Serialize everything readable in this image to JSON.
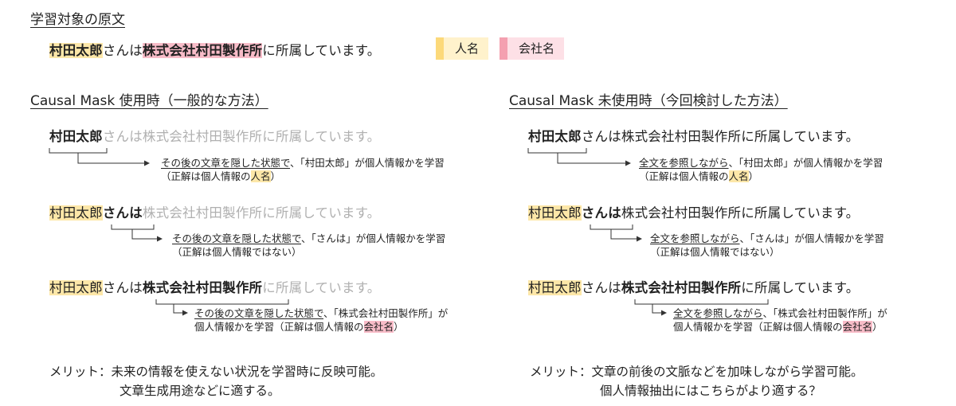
{
  "source": {
    "heading": "学習対象の原文",
    "sentence": {
      "person": "村田太郎",
      "mid": "さんは",
      "company": "株式会社村田製作所",
      "rest": "に所属しています。"
    },
    "legend": [
      {
        "label": "人名",
        "bar_color": "#fcd97a",
        "bg_color": "#fff2cc"
      },
      {
        "label": "会社名",
        "bar_color": "#f4a0b0",
        "bg_color": "#fde0e6"
      }
    ]
  },
  "colors": {
    "person_highlight": "#fde7a8",
    "company_highlight": "#f8bcc8",
    "masked_text": "#b0b0b0",
    "text": "#222222"
  },
  "left": {
    "heading": "Causal Mask 使用時（一般的な方法）",
    "examples": [
      {
        "seg1": "村田太郎",
        "seg2": "さんは株式会社村田製作所に所属しています。",
        "note_underlined": "その後の文章を隠した状態で",
        "note_line1_rest": "、「村田太郎」が個人情報かを学習",
        "note_line2_pre": "（正解は個人情報の",
        "note_line2_hl": "人名",
        "note_line2_post": "）"
      },
      {
        "seg1": "村田太郎",
        "seg2": "さんは",
        "seg3": "株式会社村田製作所に所属しています。",
        "note_underlined": "その後の文章を隠した状態で",
        "note_line1_rest": "、「さんは」が個人情報かを学習",
        "note_line2": "（正解は個人情報ではない）"
      },
      {
        "seg1": "村田太郎",
        "seg2": "さんは",
        "seg3": "株式会社村田製作所",
        "seg4": "に所属しています。",
        "note_underlined": "その後の文章を隠した状態で",
        "note_line1_rest": "、「株式会社村田製作所」が",
        "note_line2_pre": "個人情報かを学習（正解は個人情報の",
        "note_line2_hl": "会社名",
        "note_line2_post": "）"
      }
    ],
    "merit_label": "メリット：",
    "merit_line1": "未来の情報を使えない状況を学習時に反映可能。",
    "merit_line2": "文章生成用途などに適する。"
  },
  "right": {
    "heading": "Causal Mask 未使用時（今回検討した方法）",
    "examples": [
      {
        "seg1": "村田太郎",
        "seg2": "さんは株式会社村田製作所に所属しています。",
        "note_underlined": "全文を参照しながら",
        "note_line1_rest": "、「村田太郎」が個人情報かを学習",
        "note_line2_pre": "（正解は個人情報の",
        "note_line2_hl": "人名",
        "note_line2_post": "）"
      },
      {
        "seg1": "村田太郎",
        "seg2": "さんは",
        "seg3": "株式会社村田製作所に所属しています。",
        "note_underlined": "全文を参照しながら",
        "note_line1_rest": "、「さんは」が個人情報かを学習",
        "note_line2": "（正解は個人情報ではない）"
      },
      {
        "seg1": "村田太郎",
        "seg2": "さんは",
        "seg3": "株式会社村田製作所",
        "seg4": "に所属しています。",
        "note_underlined": "全文を参照しながら",
        "note_line1_rest": "、「株式会社村田製作所」が",
        "note_line2_pre": "個人情報かを学習（正解は個人情報の",
        "note_line2_hl": "会社名",
        "note_line2_post": "）"
      }
    ],
    "merit_label": "メリット：",
    "merit_line1": "文章の前後の文脈などを加味しながら学習可能。",
    "merit_line2": "個人情報抽出にはこちらがより適する？"
  }
}
